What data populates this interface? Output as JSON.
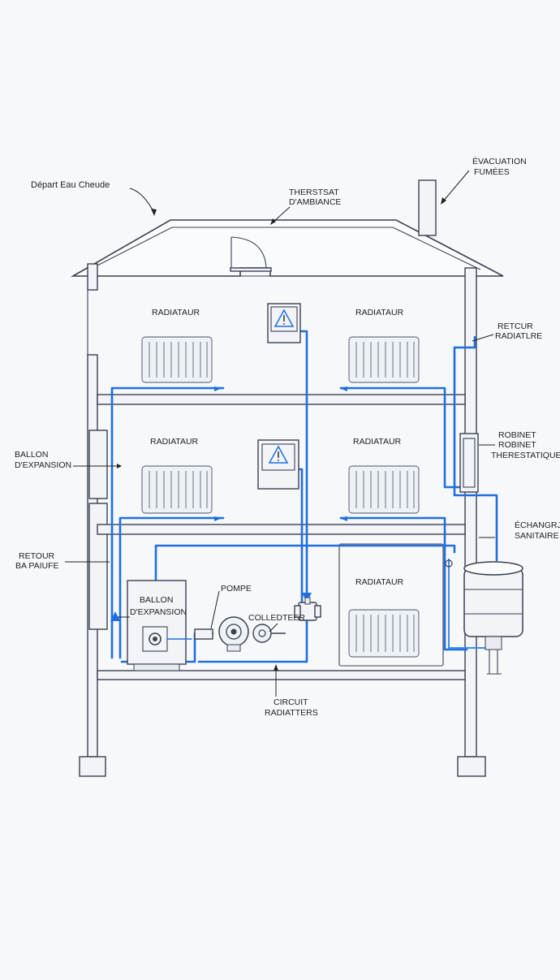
{
  "labels": {
    "depart_eau_chaude": "Départ Eau Cheude",
    "thermostat_l1": "THERSTSAT",
    "thermostat_l2": "D'AMBIANCE",
    "evacuation_l1": "ÉVACUATION",
    "evacuation_l2": "FUMÉES",
    "radiator_1": "RADIATAUR",
    "radiator_2": "RADIATAUR",
    "radiator_3": "RADIATAUR",
    "radiator_4": "RADIATAUR",
    "radiator_5": "RADIATAUR",
    "retour_right_l1": "RETCUR",
    "retour_right_l2": "RADIATLRE",
    "ballon_left_l1": "BALLON",
    "ballon_left_l2": "D'EXPANSION",
    "robinet_l1": "ROBINET",
    "robinet_l2": "ROBINET",
    "robinet_l3": "THERESTATIQUE",
    "echangeur_l1": "ÉCHANGRJR",
    "echangeur_l2": "SANITAIRE",
    "retour_left_l1": "RETOUR",
    "retour_left_l2": "BA PAIUFE",
    "pompe": "POMPE",
    "ballon_box_l1": "BALLON",
    "ballon_box_l2": "D'EXPANSION",
    "collecteur": "COLLEDTEER",
    "circuit_l1": "CIRCUIT",
    "circuit_l2": "RADIATTERS"
  },
  "colors": {
    "pipe": "#1f6fe0",
    "structure": "#3a4150",
    "background": "#f7f8fa"
  },
  "icons": [
    "warning-icon",
    "radiator-icon",
    "pump-icon",
    "valve-icon",
    "tank-icon"
  ]
}
